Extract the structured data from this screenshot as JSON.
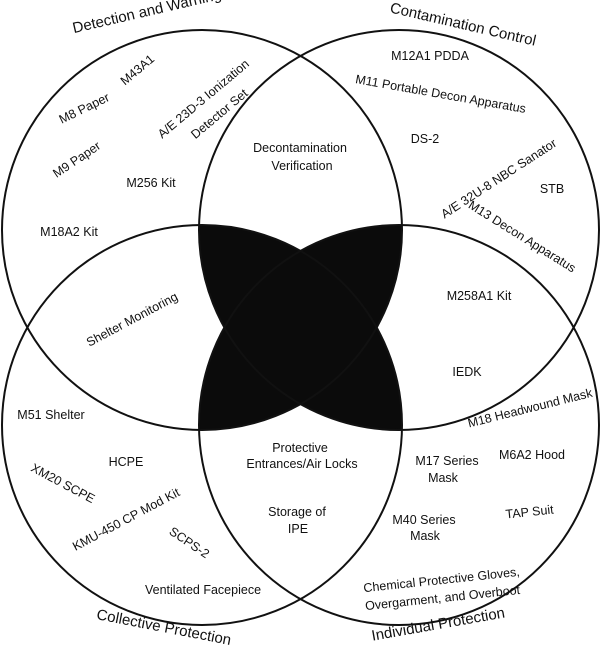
{
  "colors": {
    "ink": "#111111",
    "background": "#ffffff",
    "overlap_fill": "#0b0b0b"
  },
  "titles": {
    "top_left": "Detection and Warning",
    "top_right": "Contamination Control",
    "bottom_left": "Collective Protection",
    "bottom_right": "Individual Protection"
  },
  "detection_warning": {
    "items": [
      "M43A1",
      "A/E 23D-3 Ionization",
      "Detector Set",
      "M8 Paper",
      "M9 Paper",
      "M256 Kit",
      "M18A2 Kit"
    ]
  },
  "contamination_control": {
    "items": [
      "M12A1 PDDA",
      "M11 Portable Decon Apparatus",
      "DS-2",
      "A/E 32U-8 NBC Sanator",
      "STB",
      "M13 Decon Apparatus"
    ]
  },
  "individual_protection": {
    "items": [
      "M18 Headwound Mask",
      "M17 Series",
      "Mask",
      "M6A2 Hood",
      "M40 Series",
      "Mask",
      "TAP Suit",
      "Chemical Protective Gloves,",
      "Overgarment, and Overboot"
    ]
  },
  "collective_protection": {
    "items": [
      "M51 Shelter",
      "HCPE",
      "XM20 SCPE",
      "KMU-450 CP Mod Kit",
      "SCPS-2",
      "Ventilated Facepiece"
    ]
  },
  "overlaps": {
    "detection_contamination": [
      "Decontamination",
      "Verification"
    ],
    "detection_collective": [
      "Shelter Monitoring"
    ],
    "contamination_individual": [
      "M258A1 Kit",
      "IEDK"
    ],
    "collective_individual": [
      "Protective",
      "Entrances/Air Locks",
      "Storage of",
      "IPE"
    ]
  }
}
